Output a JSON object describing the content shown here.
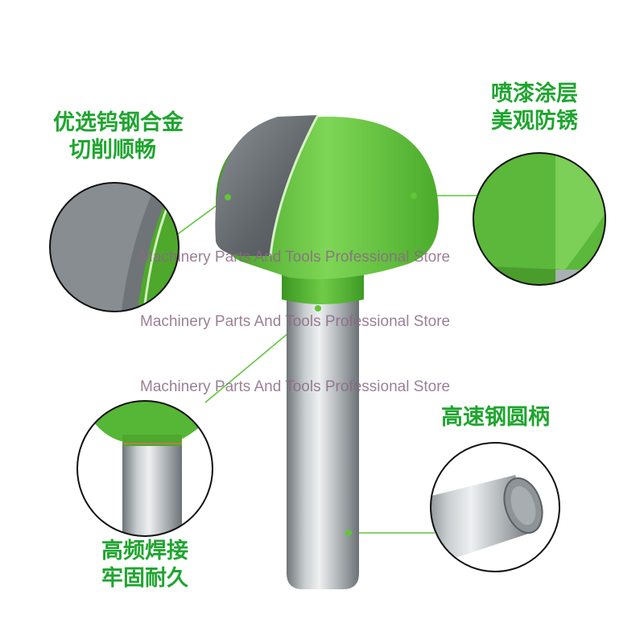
{
  "callouts": {
    "carbide": {
      "line1": "优选钨钢合金",
      "line2": "切削顺畅"
    },
    "coating": {
      "line1": "喷漆涂层",
      "line2": "美观防锈"
    },
    "shank": {
      "line1": "高速钢圆柄"
    },
    "welding": {
      "line1": "高频焊接",
      "line2": "牢固耐久"
    }
  },
  "watermark": {
    "line1": "Machinery Parts And Tools Professional Store",
    "line2": "Machinery Parts And Tools Professional Store",
    "line3": "Machinery Parts And Tools Professional Store"
  },
  "colors": {
    "accent_green": "#5fc63a",
    "label_green": "#1fa52f",
    "steel": "#9da3a6"
  }
}
